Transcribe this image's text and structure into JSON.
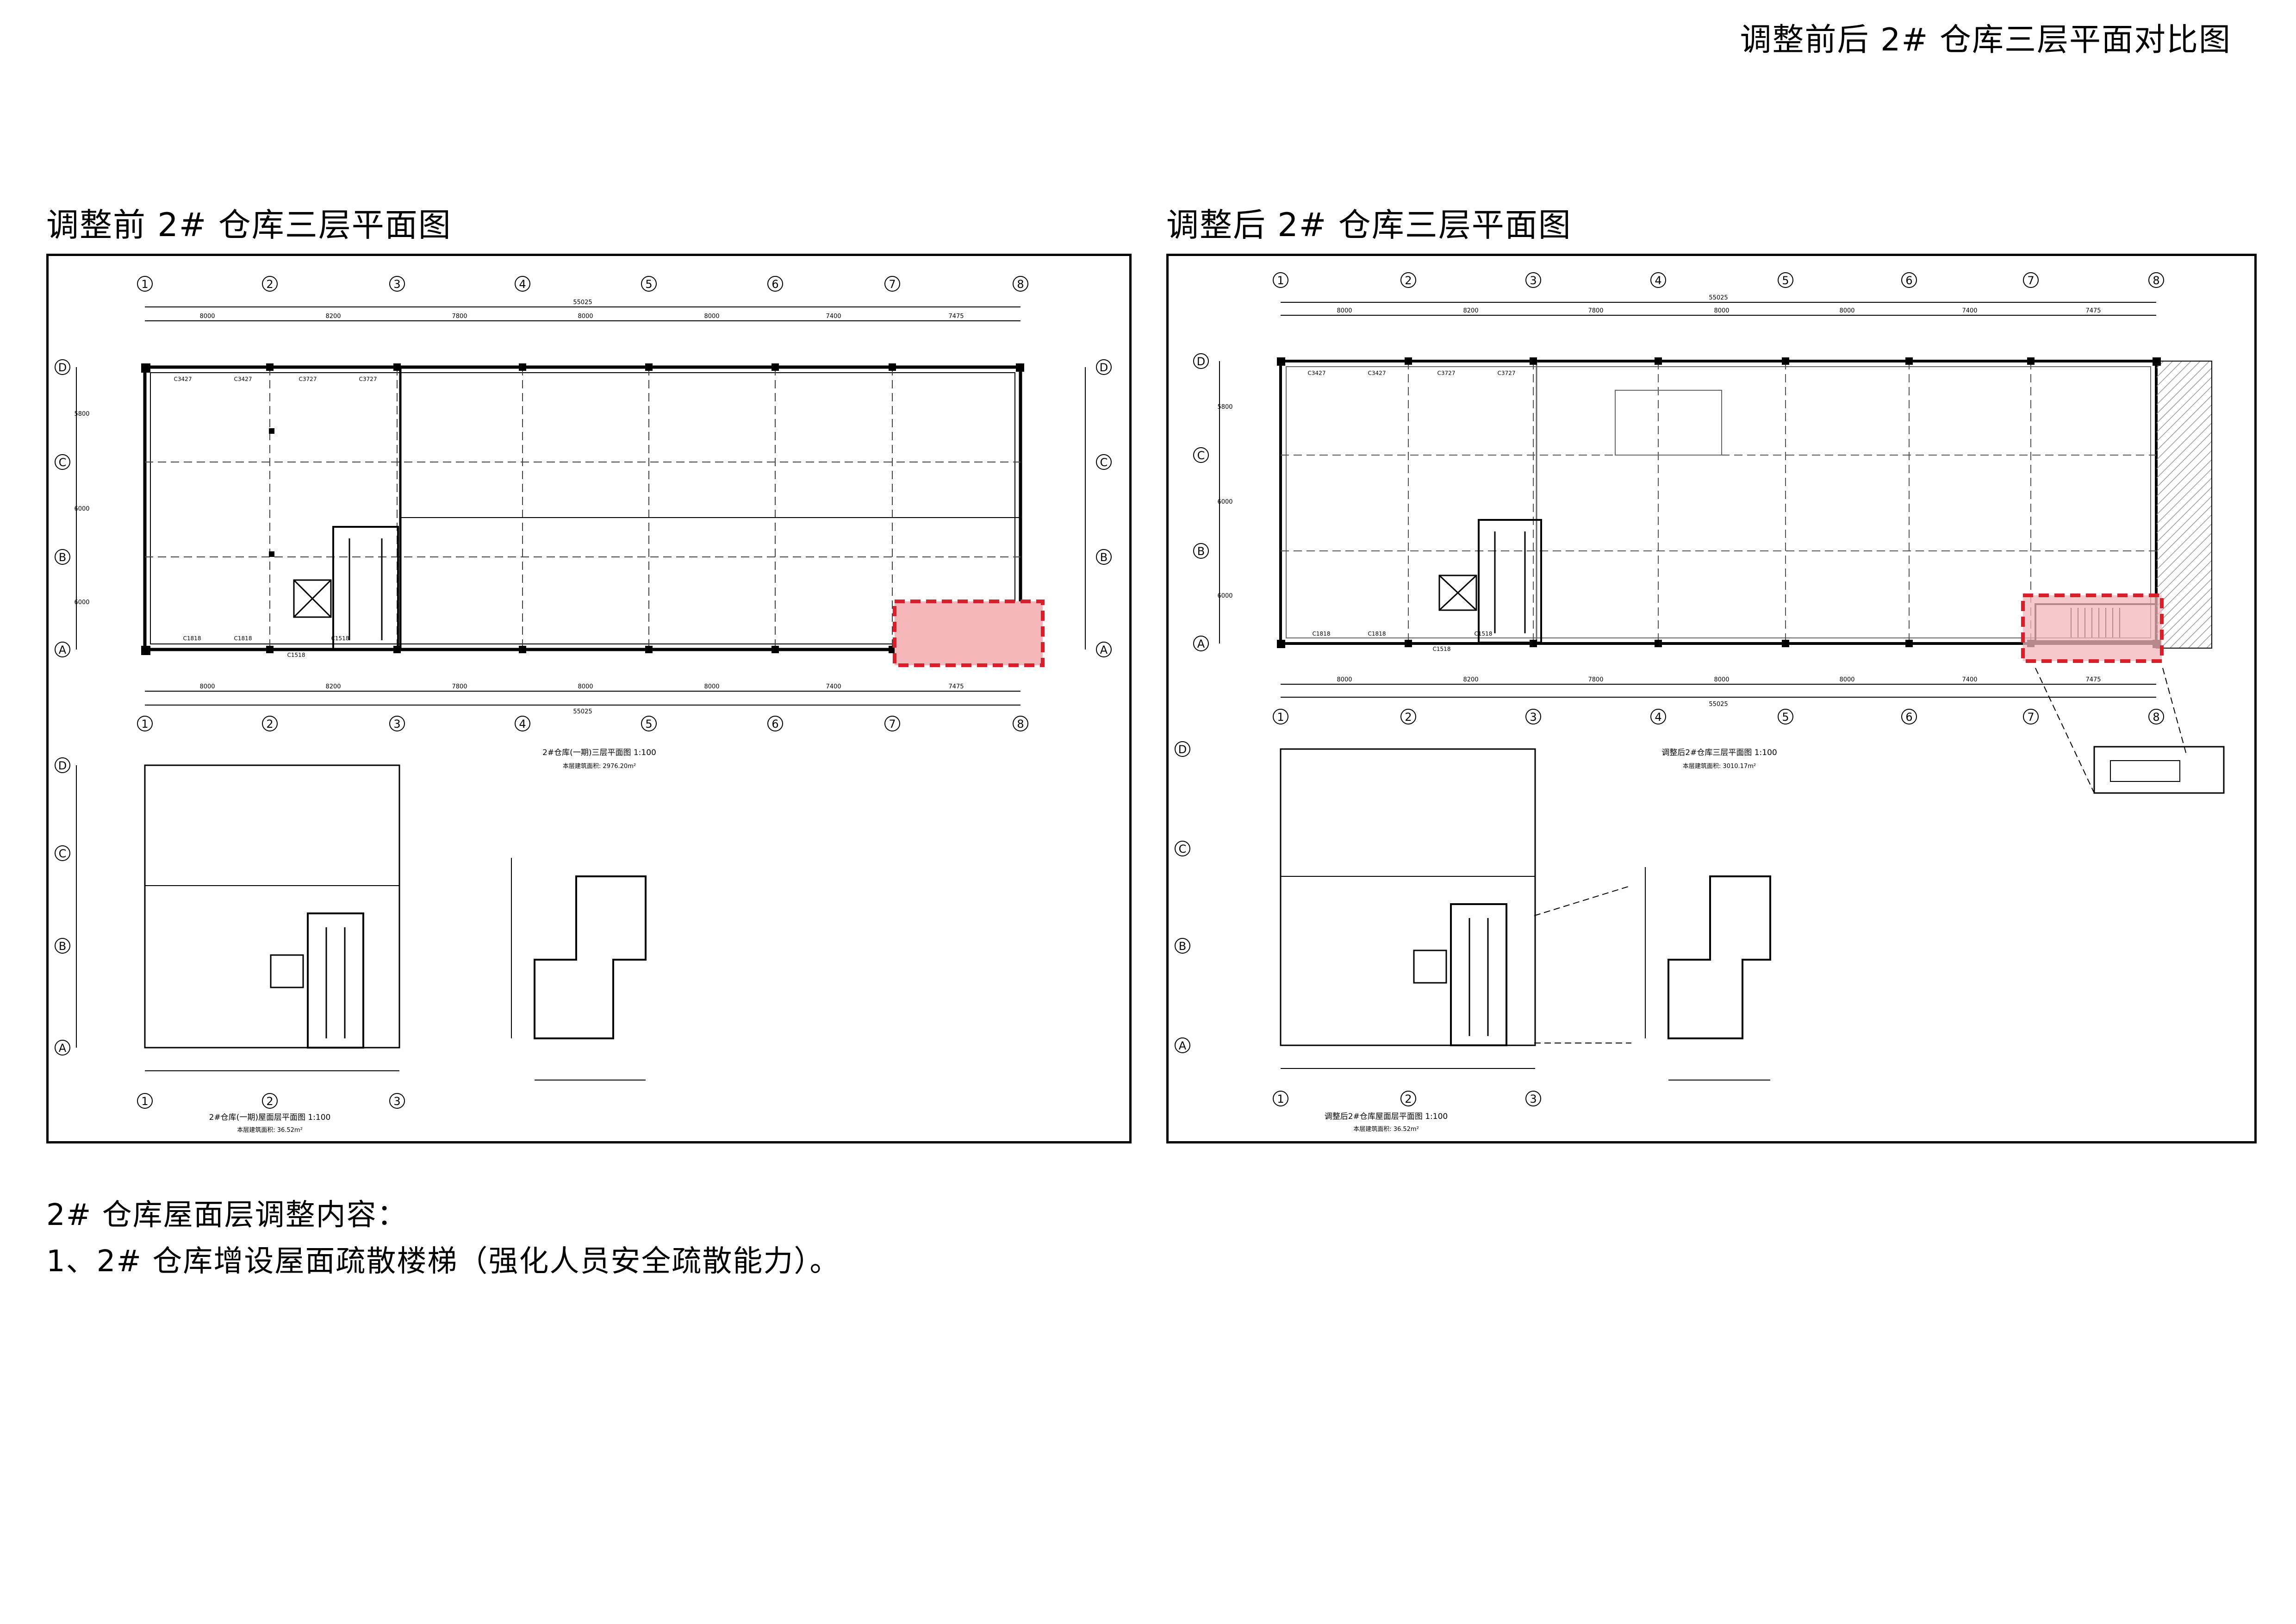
{
  "header": {
    "title": "调整前后 2# 仓库三层平面对比图"
  },
  "before": {
    "title": "调整前 2# 仓库三层平面图",
    "plan_caption": "2#仓库(一期)三层平面图 1:100",
    "plan_area": "本层建筑面积: 2976.20m²",
    "roof_caption": "2#仓库(一期)屋面层平面图 1:100",
    "roof_area": "本层建筑面积: 36.52m²"
  },
  "after": {
    "title": "调整后 2# 仓库三层平面图",
    "plan_caption": "调整后2#仓库三层平面图 1:100",
    "plan_area": "本层建筑面积: 3010.17m²",
    "roof_caption": "调整后2#仓库屋面层平面图 1:100",
    "roof_area": "本层建筑面积: 36.52m²"
  },
  "grid": {
    "columns": [
      "1",
      "2",
      "3",
      "4",
      "5",
      "6",
      "7",
      "8"
    ],
    "rows": [
      "D",
      "C",
      "B",
      "A"
    ],
    "col_spacings": [
      "8000",
      "8200",
      "7800",
      "8000",
      "8000",
      "7400",
      "7475"
    ],
    "overall": "55025",
    "row_spacings": [
      "5800",
      "6000",
      "6000"
    ]
  },
  "window_tags": [
    "C3427",
    "C3427",
    "C3727",
    "C3727",
    "C1818",
    "C1818",
    "C1518",
    "C1518"
  ],
  "notes": {
    "heading": "2# 仓库屋面层调整内容：",
    "items": [
      "1、2# 仓库增设屋面疏散楼梯（强化人员安全疏散能力）。"
    ]
  },
  "colors": {
    "highlight_fill": "#f4b6b9",
    "highlight_border": "#d9202a",
    "line": "#000000",
    "hatch": "#999999"
  }
}
